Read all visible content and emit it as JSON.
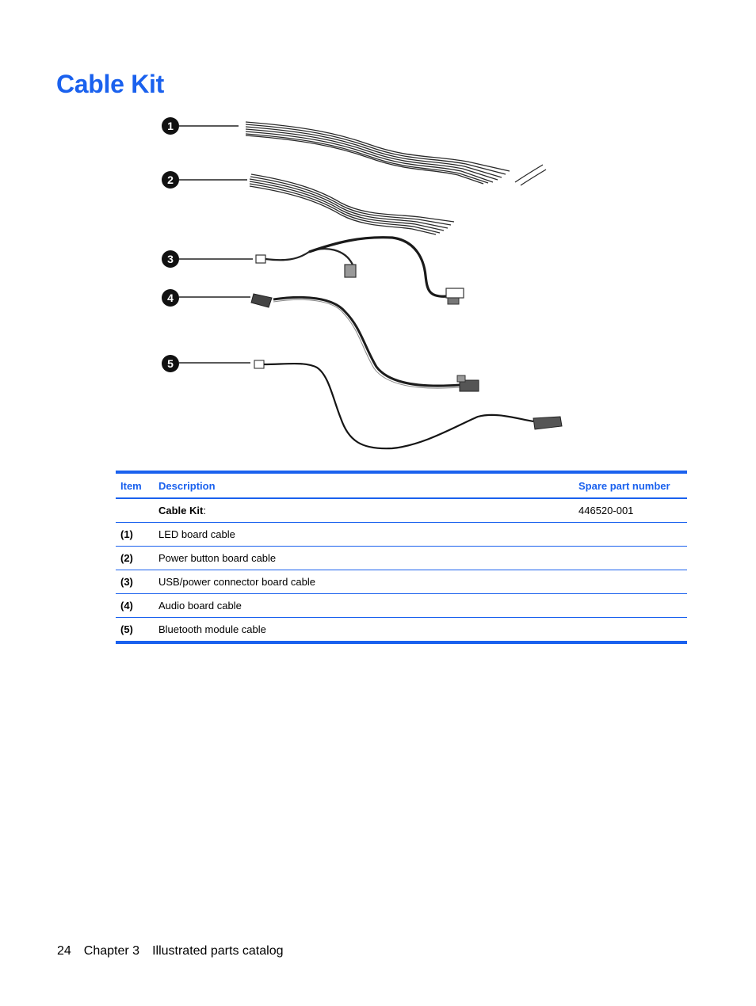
{
  "page": {
    "title": "Cable Kit"
  },
  "figure": {
    "callouts": [
      "1",
      "2",
      "3",
      "4",
      "5"
    ],
    "colors": {
      "cable": "#1e1e1e",
      "callout": "#111111",
      "line": "#222222"
    }
  },
  "table": {
    "headers": {
      "item": "Item",
      "description": "Description",
      "spare": "Spare part number"
    },
    "kit": {
      "label": "Cable Kit",
      "suffix": ":",
      "spare": "446520-001"
    },
    "rows": [
      {
        "item": "(1)",
        "description": "LED board cable"
      },
      {
        "item": "(2)",
        "description": "Power button board cable"
      },
      {
        "item": "(3)",
        "description": "USB/power connector board cable"
      },
      {
        "item": "(4)",
        "description": "Audio board cable"
      },
      {
        "item": "(5)",
        "description": "Bluetooth module cable"
      }
    ],
    "accent_color": "#1a61ee"
  },
  "footer": {
    "page_number": "24",
    "chapter": "Chapter 3",
    "section": "Illustrated parts catalog"
  }
}
